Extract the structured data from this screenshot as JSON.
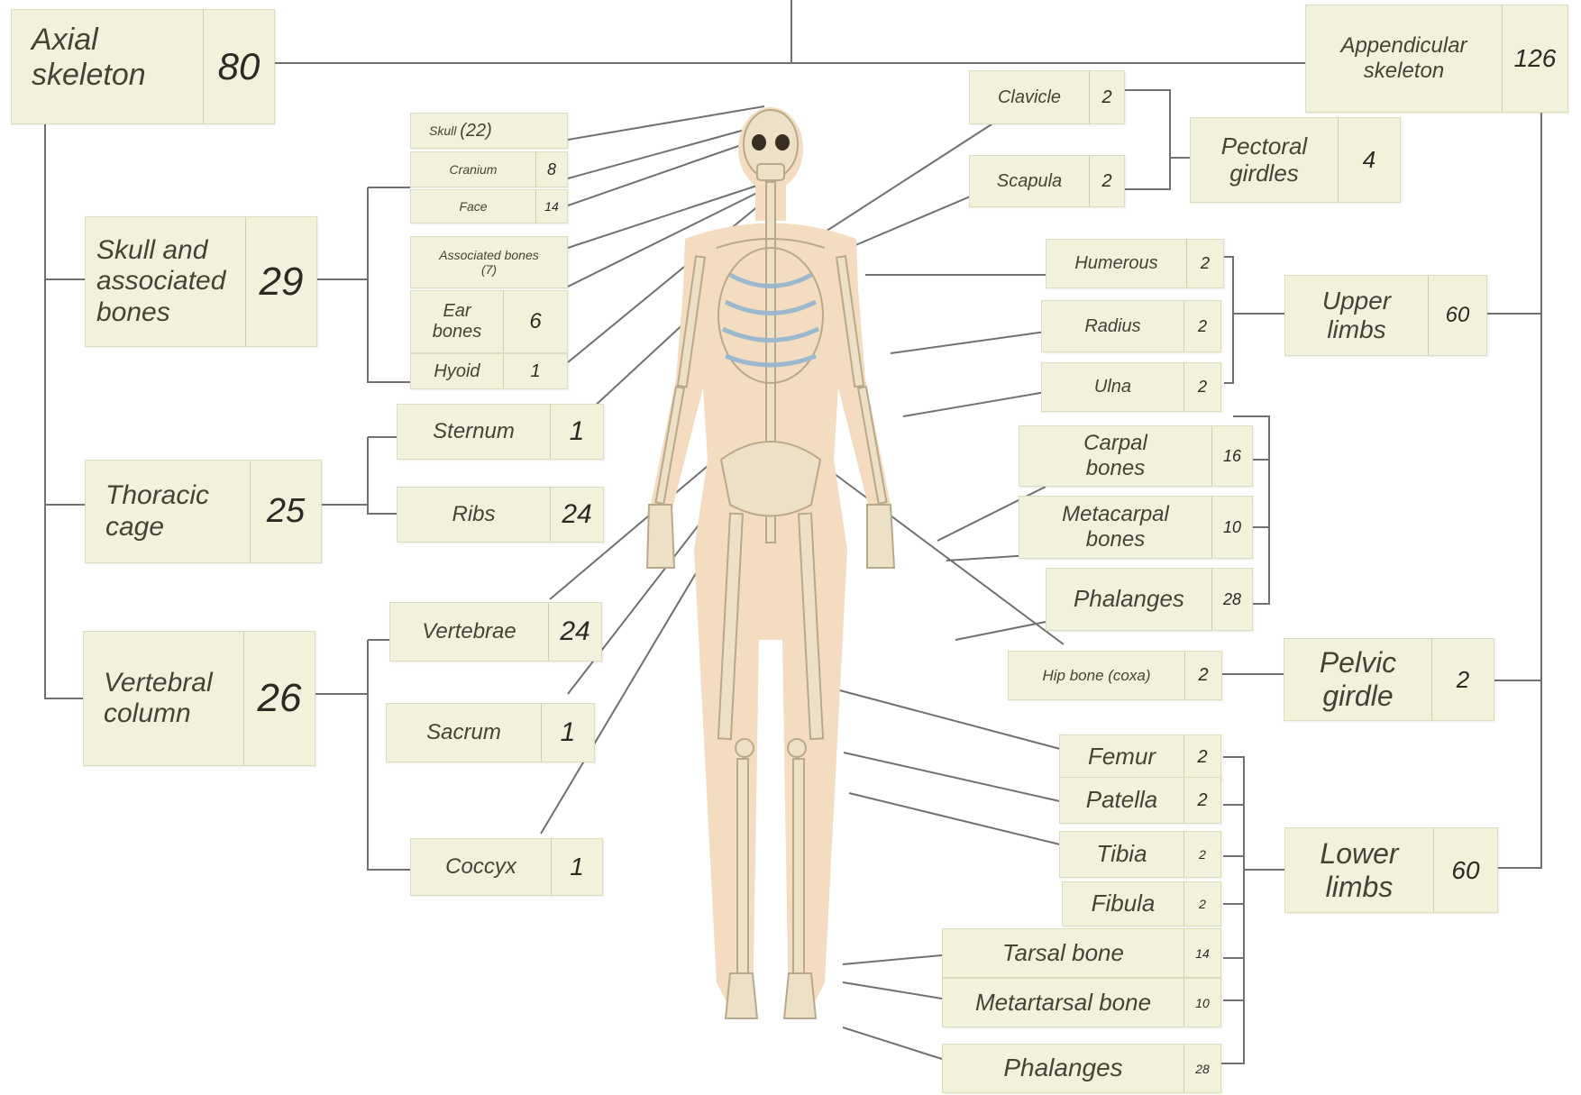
{
  "axial": {
    "label": "Axial skeleton",
    "value": "80"
  },
  "appendicular": {
    "label": "Appendicular skeleton",
    "value": "126"
  },
  "axial_groups": [
    {
      "label": "Skull and associated bones",
      "value": "29"
    },
    {
      "label": "Thoracic cage",
      "value": "25"
    },
    {
      "label": "Vertebral column",
      "value": "26"
    }
  ],
  "skull": {
    "label": "Skull",
    "value": "(22)"
  },
  "cranium": {
    "label": "Cranium",
    "value": "8"
  },
  "face": {
    "label": "Face",
    "value": "14"
  },
  "associated": {
    "label": "Associated bones (7)"
  },
  "ear": {
    "label": "Ear bones",
    "value": "6"
  },
  "hyoid": {
    "label": "Hyoid",
    "value": "1"
  },
  "sternum": {
    "label": "Sternum",
    "value": "1"
  },
  "ribs": {
    "label": "Ribs",
    "value": "24"
  },
  "vertebrae": {
    "label": "Vertebrae",
    "value": "24"
  },
  "sacrum": {
    "label": "Sacrum",
    "value": "1"
  },
  "coccyx": {
    "label": "Coccyx",
    "value": "1"
  },
  "clavicle": {
    "label": "Clavicle",
    "value": "2"
  },
  "scapula": {
    "label": "Scapula",
    "value": "2"
  },
  "pectoral": {
    "label": "Pectoral girdles",
    "value": "4"
  },
  "humerus": {
    "label": "Humerous",
    "value": "2"
  },
  "radius": {
    "label": "Radius",
    "value": "2"
  },
  "ulna": {
    "label": "Ulna",
    "value": "2"
  },
  "carpal": {
    "label": "Carpal bones",
    "value": "16"
  },
  "metacarpal": {
    "label": "Metacarpal bones",
    "value": "10"
  },
  "hand_phalanges": {
    "label": "Phalanges",
    "value": "28"
  },
  "upper_limbs": {
    "label": "Upper limbs",
    "value": "60"
  },
  "hip": {
    "label": "Hip bone (coxa)",
    "value": "2"
  },
  "pelvic": {
    "label": "Pelvic girdle",
    "value": "2"
  },
  "femur": {
    "label": "Femur",
    "value": "2"
  },
  "patella": {
    "label": "Patella",
    "value": "2"
  },
  "tibia": {
    "label": "Tibia",
    "value": "2"
  },
  "fibula": {
    "label": "Fibula",
    "value": "2"
  },
  "tarsal": {
    "label": "Tarsal bone",
    "value": "14"
  },
  "metatarsal": {
    "label": "Metartarsal bone",
    "value": "10"
  },
  "foot_phalanges": {
    "label": "Phalanges",
    "value": "28"
  },
  "lower_limbs": {
    "label": "Lower limbs",
    "value": "60"
  },
  "colors": {
    "box": "#f2f2dc",
    "line": "#6e6e6e",
    "skin": "#f3dcc0",
    "bone": "#ece1c6",
    "cartilage": "#b9cfe0"
  }
}
